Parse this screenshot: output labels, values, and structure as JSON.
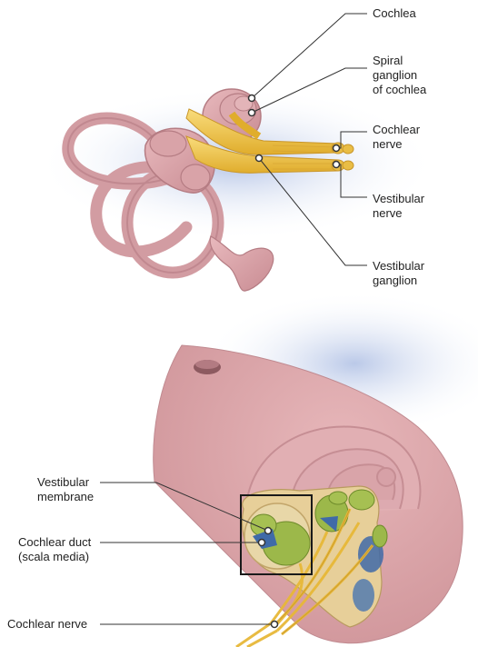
{
  "top_figure": {
    "labels": {
      "cochlea": [
        "Cochlea"
      ],
      "spiral_ganglion": [
        "Spiral",
        "ganglion",
        "of cochlea"
      ],
      "cochlear_nerve": [
        "Cochlear",
        "nerve"
      ],
      "vestibular_nerve": [
        "Vestibular",
        "nerve"
      ],
      "vestibular_ganglion": [
        "Vestibular",
        "ganglion"
      ]
    }
  },
  "bottom_figure": {
    "labels": {
      "vestibular_membrane": [
        "Vestibular",
        "membrane"
      ],
      "cochlear_duct": [
        "Cochlear duct",
        "(scala media)"
      ],
      "cochlear_nerve": [
        "Cochlear nerve"
      ]
    }
  },
  "colors": {
    "bone_pink": "#d9a3a8",
    "bone_dark": "#a86f76",
    "nerve_yellow": "#f2c64a",
    "shadow_blue": "#b9c7e6",
    "duct_green": "#9cb84a",
    "duct_blue": "#3f6aa8",
    "leader_line": "#333333"
  }
}
